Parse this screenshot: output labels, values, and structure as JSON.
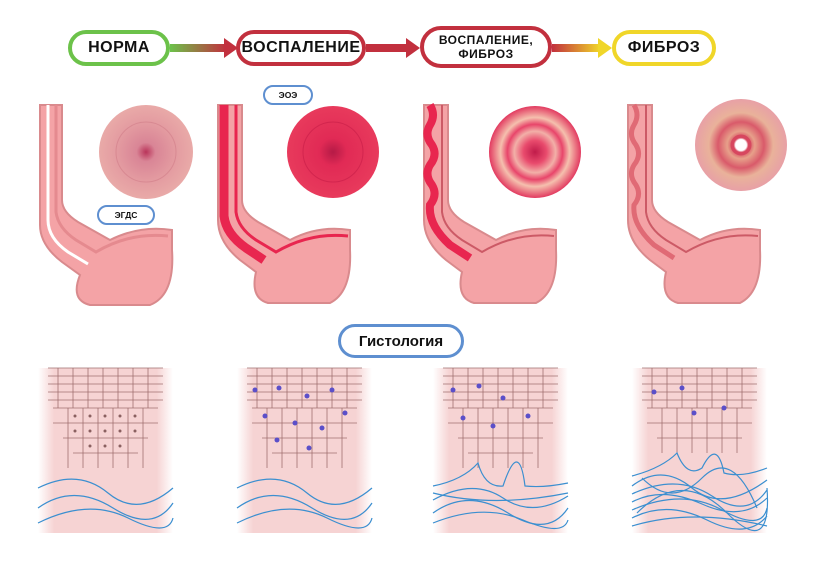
{
  "stages": [
    {
      "label": "НОРМА",
      "color": "#6cc24a"
    },
    {
      "label": "ВОСПАЛЕНИЕ",
      "color": "#c2303e"
    },
    {
      "label": "ВОСПАЛЕНИЕ,\nФИБРОЗ",
      "color": "#c2303e"
    },
    {
      "label": "ФИБРОЗ",
      "color": "#f0d629"
    }
  ],
  "labels": {
    "egds": "ЭГДС",
    "eoe": "ЭОЭ",
    "histology": "Гистология"
  },
  "colors": {
    "tissue": "#f2a4a4",
    "inflamed": "#e8264f",
    "fiber": "#3b8fd0",
    "eosinophil": "#5b4fc9",
    "pill_border": "#5e8fd0"
  }
}
